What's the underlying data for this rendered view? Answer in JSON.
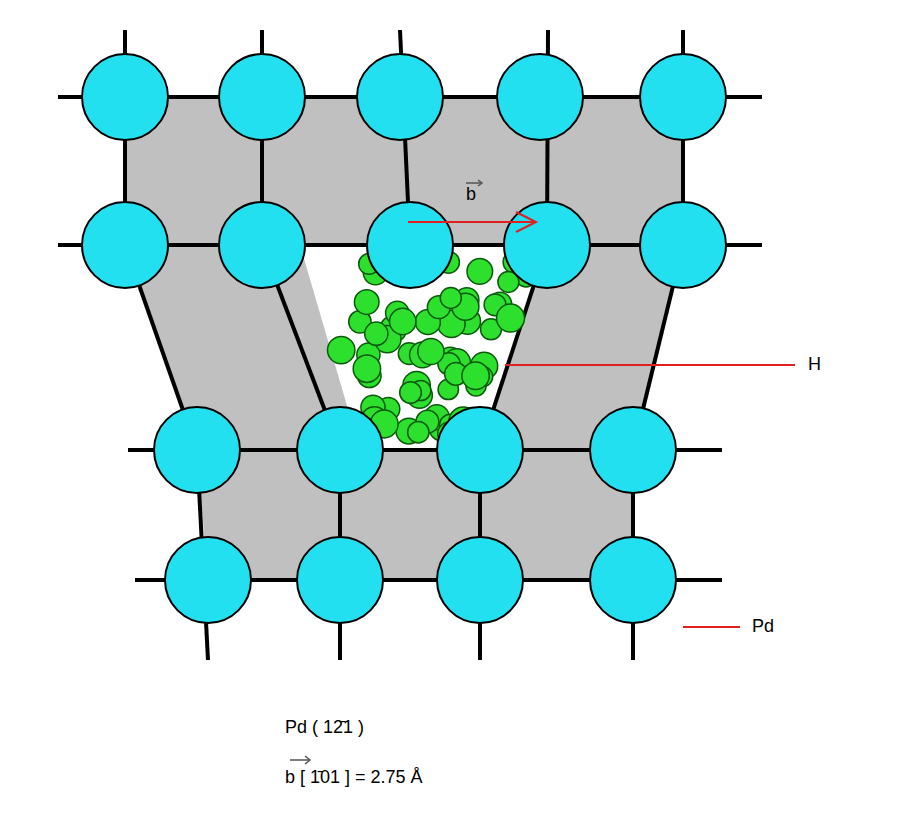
{
  "diagram": {
    "labels": [
      "b",
      "H",
      "Pd",
      "Pd ( 12̄1 )",
      "b [ 1̄01 ] = 2.75 Å"
    ]
  }
}
